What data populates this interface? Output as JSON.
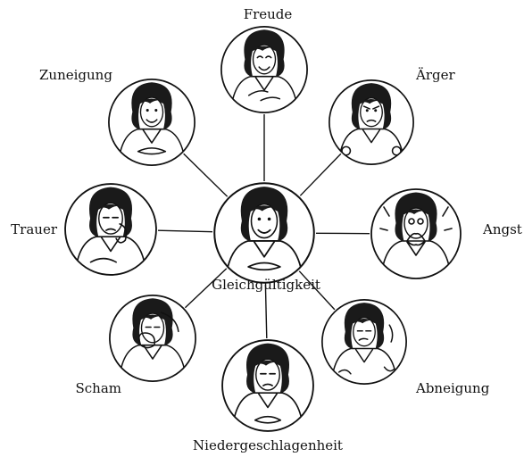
{
  "diagram": {
    "center": {
      "id": "gleichgueltigkeit",
      "label": "Gleichgültigkeit"
    },
    "emotions": [
      {
        "id": "freude",
        "label": "Freude",
        "pose": "hands-on-chest-smiling"
      },
      {
        "id": "aerger",
        "label": "Ärger",
        "pose": "fists-clenched-frowning"
      },
      {
        "id": "angst",
        "label": "Angst",
        "pose": "hands-at-mouth-wide-eyes"
      },
      {
        "id": "abneigung",
        "label": "Abneigung",
        "pose": "turning-away"
      },
      {
        "id": "niedergeschlagenheit",
        "label": "Niedergeschlagenheit",
        "pose": "head-down-hands-clasped"
      },
      {
        "id": "scham",
        "label": "Scham",
        "pose": "covering-face"
      },
      {
        "id": "trauer",
        "label": "Trauer",
        "pose": "hand-on-cheek-crying"
      },
      {
        "id": "zuneigung",
        "label": "Zuneigung",
        "pose": "hands-folded-smiling"
      }
    ]
  },
  "colors": {
    "ink": "#111111",
    "hair": "#1a1a1a",
    "background": "#ffffff"
  }
}
